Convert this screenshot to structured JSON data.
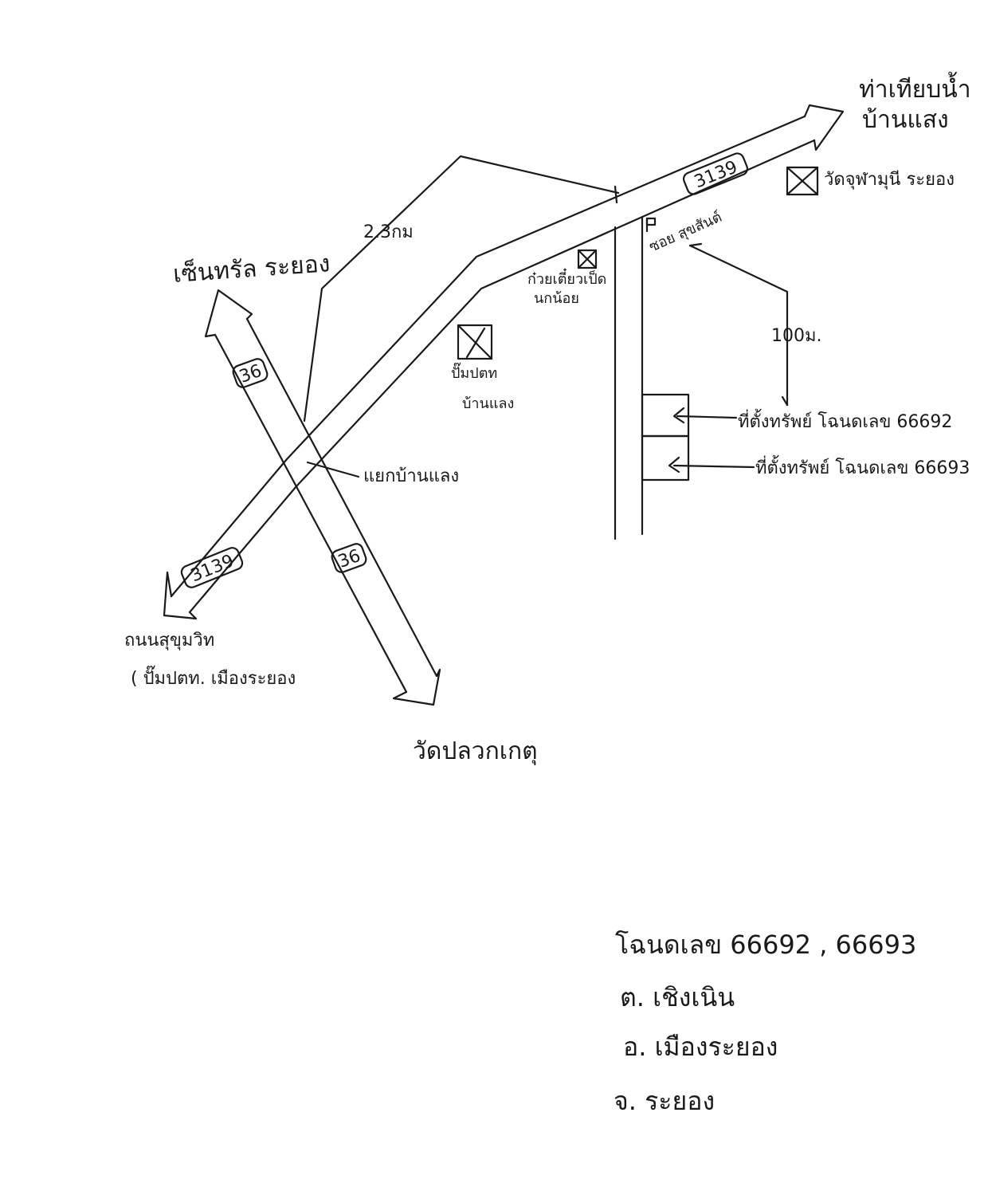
{
  "destinations": {
    "pier": [
      "ท่าเทียบน้ำ",
      "บ้านแสง"
    ],
    "central": "เซ็นทรัล ระยอง",
    "sukhumvit": [
      "ถนนสุขุมวิท",
      "( ปั๊มปตท. เมืองระยอง"
    ],
    "wat": "วัดปลวกเกตุ"
  },
  "roads": {
    "r3139_ne": "3139",
    "r3139_sw": "3139",
    "r36_n": "36",
    "r36_s": "36"
  },
  "junction": "แยกบ้านแลง",
  "distance_long": "2.3กม",
  "distance_short": "100ม.",
  "landmarks": {
    "temple": "วัดจุฬามุนี ระยอง",
    "noodle_shop": [
      "ก๋วยเตี๋ยวเป็ด",
      "นกน้อย"
    ],
    "gas_station": [
      "ปั๊มปตท",
      "บ้านแลง"
    ],
    "soi": "ซอย สุขสันต์"
  },
  "plots": {
    "plot_1": "ที่ตั้งทรัพย์ โฉนดเลข 66692",
    "plot_2": "ที่ตั้งทรัพย์ โฉนดเลข 66693"
  },
  "footer": {
    "deed": "โฉนดเลข 66692 , 66693",
    "subdistrict": "ต. เชิงเนิน",
    "district": "อ. เมืองระยอง",
    "province": "จ. ระยอง"
  }
}
